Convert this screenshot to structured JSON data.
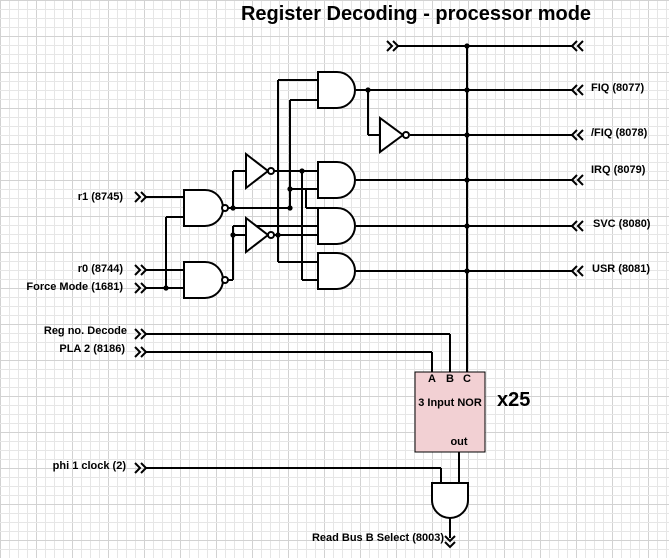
{
  "title": "Register Decoding - processor mode",
  "inputs": {
    "r1": "r1 (8745)",
    "r0": "r0 (8744)",
    "force_mode": "Force Mode (1681)",
    "reg_no_decode": "Reg no. Decode",
    "pla2": "PLA 2 (8186)",
    "phi1": "phi 1 clock (2)"
  },
  "outputs": {
    "fiq": "FIQ (8077)",
    "nfiq": "/FIQ (8078)",
    "irq": "IRQ (8079)",
    "svc": "SVC (8080)",
    "usr": "USR (8081)",
    "read_bus": "Read Bus B Select (8003)"
  },
  "nor_block": {
    "pin_a": "A",
    "pin_b": "B",
    "pin_c": "C",
    "label": "3 Input NOR",
    "out": "out",
    "fill": "#f2d0d3"
  },
  "multiplier": "x25"
}
